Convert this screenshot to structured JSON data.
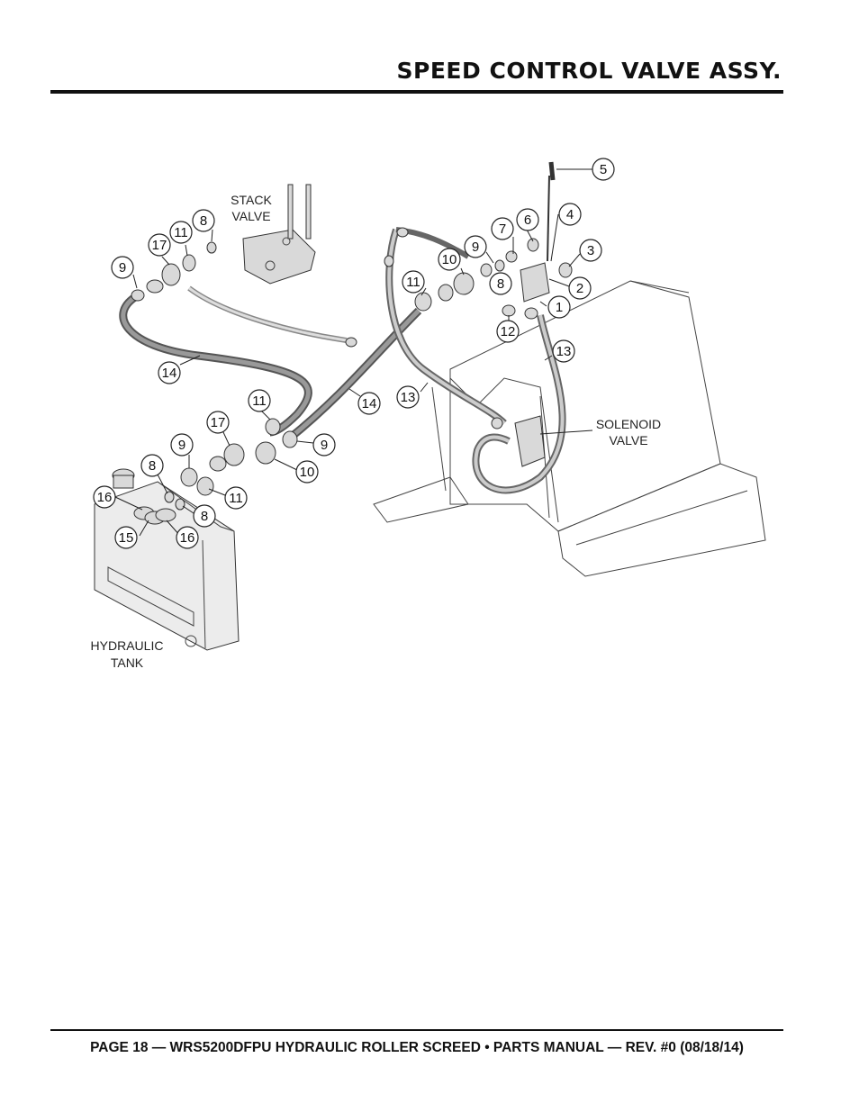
{
  "header": {
    "title": "SPEED CONTROL VALVE ASSY."
  },
  "footer": {
    "text": "PAGE 18 — WRS5200DFPU HYDRAULIC ROLLER SCREED • PARTS MANUAL  — REV. #0 (08/18/14)"
  },
  "labels": {
    "stack_valve_1": "STACK",
    "stack_valve_2": "VALVE",
    "solenoid_1": "SOLENOID",
    "solenoid_2": "VALVE",
    "tank_1": "HYDRAULIC",
    "tank_2": "TANK"
  },
  "callouts": [
    "5",
    "4",
    "6",
    "7",
    "3",
    "9",
    "10",
    "2",
    "8",
    "1",
    "11",
    "12",
    "13",
    "9",
    "11",
    "17",
    "8",
    "14",
    "11",
    "14",
    "13",
    "17",
    "9",
    "9",
    "10",
    "8",
    "16",
    "11",
    "8",
    "15",
    "16"
  ]
}
